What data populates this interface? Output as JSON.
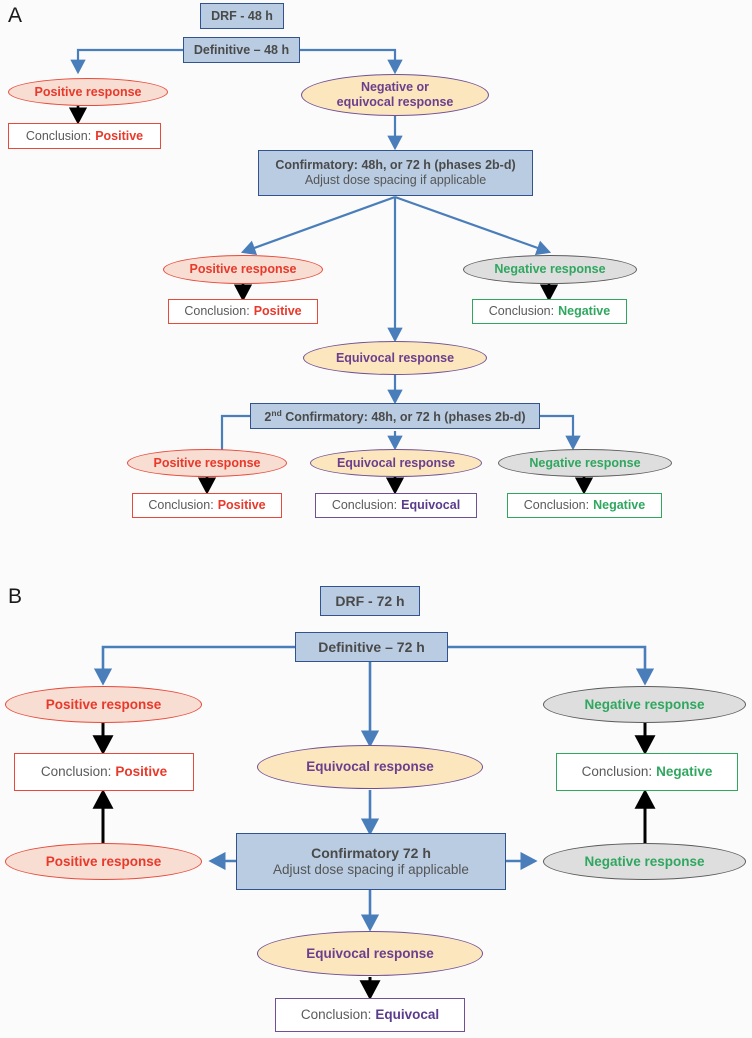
{
  "figure": {
    "panels": [
      "A",
      "B"
    ],
    "colors": {
      "process_fill": "#b9cce2",
      "process_border": "#31538f",
      "positive": "#e8392b",
      "negative": "#2fa75f",
      "equivocal": "#5b3b8c",
      "connector_blue": "#4a7ebb",
      "connector_black": "#000000",
      "positive_ellipse_fill": "#f7ddd2",
      "equivocal_ellipse_fill": "#fbe6bd",
      "negative_ellipse_fill": "#dedede",
      "background": "#fbfbfb"
    }
  },
  "panelA": {
    "letter": "A",
    "drf": "DRF - 48 h",
    "definitive": "Definitive – 48 h",
    "positive_response_1": "Positive response",
    "negative_or_equivocal_response": "Negative or\nequivocal response",
    "negative_or_equivocal_line1": "Negative or",
    "negative_or_equivocal_line2": "equivocal response",
    "conclusion_positive_1_prefix": "Conclusion:",
    "conclusion_positive_1_value": "Positive",
    "confirmatory_title": "Confirmatory: 48h, or 72 h (phases 2b-d)",
    "confirmatory_sub": "Adjust dose spacing if applicable",
    "positive_response_2": "Positive response",
    "negative_response_2": "Negative response",
    "conclusion_positive_2_prefix": "Conclusion:",
    "conclusion_positive_2_value": "Positive",
    "conclusion_negative_2_prefix": "Conclusion:",
    "conclusion_negative_2_value": "Negative",
    "equivocal_response_mid": "Equivocal response",
    "second_confirmatory_prefix": "2",
    "second_confirmatory_sup": "nd",
    "second_confirmatory_rest": " Confirmatory: 48h, or 72 h (phases 2b-d)",
    "positive_response_3": "Positive response",
    "equivocal_response_3": "Equivocal response",
    "negative_response_3": "Negative response",
    "conclusion_positive_3_prefix": "Conclusion:",
    "conclusion_positive_3_value": "Positive",
    "conclusion_equivocal_3_prefix": "Conclusion:",
    "conclusion_equivocal_3_value": "Equivocal",
    "conclusion_negative_3_prefix": "Conclusion:",
    "conclusion_negative_3_value": "Negative"
  },
  "panelB": {
    "letter": "B",
    "drf": "DRF - 72 h",
    "definitive": "Definitive – 72 h",
    "positive_response_top": "Positive response",
    "negative_response_top": "Negative response",
    "equivocal_response_top": "Equivocal response",
    "conclusion_positive_prefix": "Conclusion:",
    "conclusion_positive_value": "Positive",
    "conclusion_negative_prefix": "Conclusion:",
    "conclusion_negative_value": "Negative",
    "confirmatory_title": "Confirmatory 72 h",
    "confirmatory_sub": "Adjust dose spacing if applicable",
    "positive_response_bottom": "Positive response",
    "negative_response_bottom": "Negative response",
    "equivocal_response_bottom": "Equivocal response",
    "conclusion_equivocal_prefix": "Conclusion:",
    "conclusion_equivocal_value": "Equivocal"
  }
}
